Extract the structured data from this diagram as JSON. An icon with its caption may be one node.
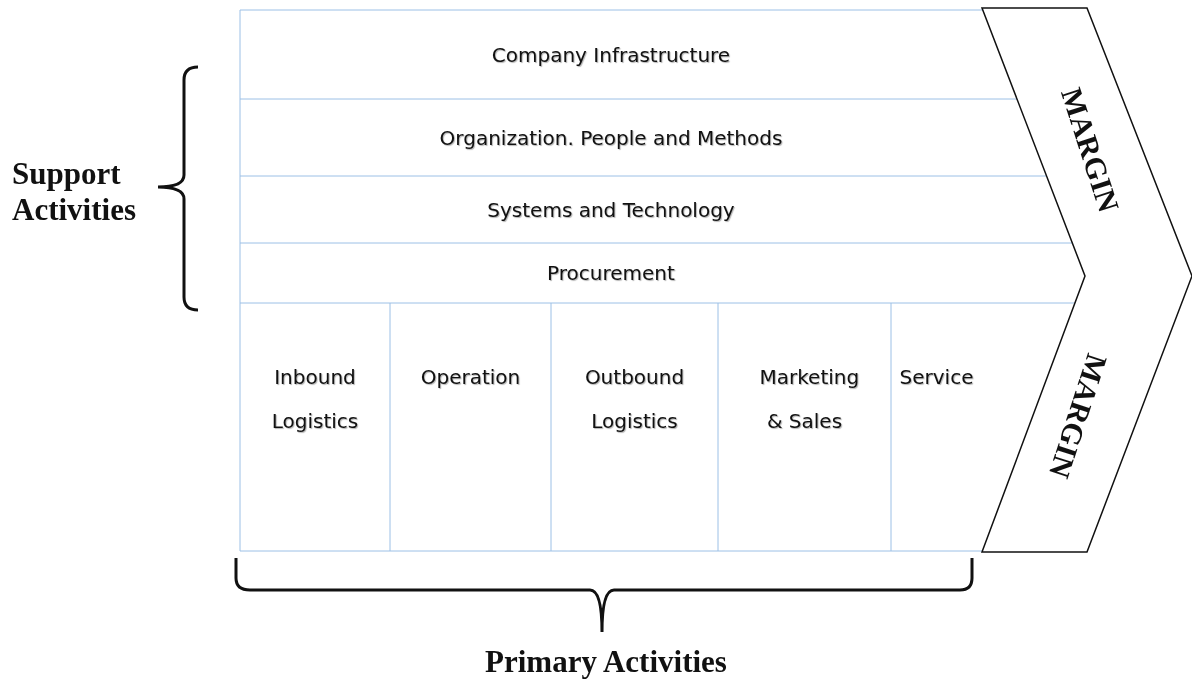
{
  "diagram": {
    "nodes": [
      {
        "text": [
          "Company Infrastructure"
        ]
      },
      {
        "text": [
          "Organization. People and Methods"
        ]
      },
      {
        "text": [
          "Systems and Technology"
        ]
      },
      {
        "text": [
          "Procurement"
        ]
      },
      {
        "text": [
          "Inbound Logistics"
        ]
      },
      {
        "text": [
          "Operation"
        ]
      },
      {
        "text": [
          "Outbound Logistics"
        ]
      },
      {
        "text": [
          "Marketing & Sales"
        ]
      },
      {
        "text": [
          "Service"
        ]
      },
      {
        "text": [
          "MARGIN",
          "MARGIN"
        ]
      }
    ],
    "labels": [
      "Support Activities",
      "Primary Activities"
    ]
  }
}
